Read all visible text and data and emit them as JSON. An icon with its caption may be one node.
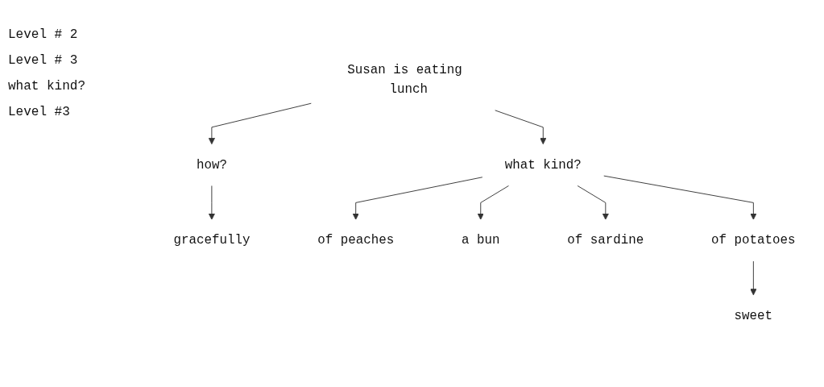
{
  "diagram": {
    "nodes": [
      {
        "text": [
          "Susan is eating lunch"
        ]
      },
      {
        "text": [
          "how?"
        ]
      },
      {
        "text": [
          "what kind?"
        ]
      },
      {
        "text": [
          "of peaches"
        ]
      },
      {
        "text": [
          "gracefully"
        ]
      },
      {
        "text": [
          "a bun"
        ]
      },
      {
        "text": [
          "of sardine"
        ]
      },
      {
        "text": [
          "of potatoes"
        ]
      },
      {
        "text": [
          "sweet"
        ]
      }
    ],
    "edges": [
      {
        "from": 0,
        "to": 1,
        "arrow": "to"
      },
      {
        "from": 0,
        "to": 2,
        "arrow": "to"
      },
      {
        "from": 2,
        "to": 3,
        "arrow": "to"
      },
      {
        "from": 1,
        "to": 4,
        "arrow": "to"
      },
      {
        "from": 2,
        "to": 5,
        "arrow": "to"
      },
      {
        "from": 2,
        "to": 6,
        "arrow": "to"
      },
      {
        "from": 2,
        "to": 7,
        "arrow": "to"
      },
      {
        "from": 7,
        "to": 8,
        "arrow": "to"
      }
    ],
    "labels": [
      "Level # 2",
      "Level # 3",
      "what kind?",
      "Level #3"
    ]
  }
}
